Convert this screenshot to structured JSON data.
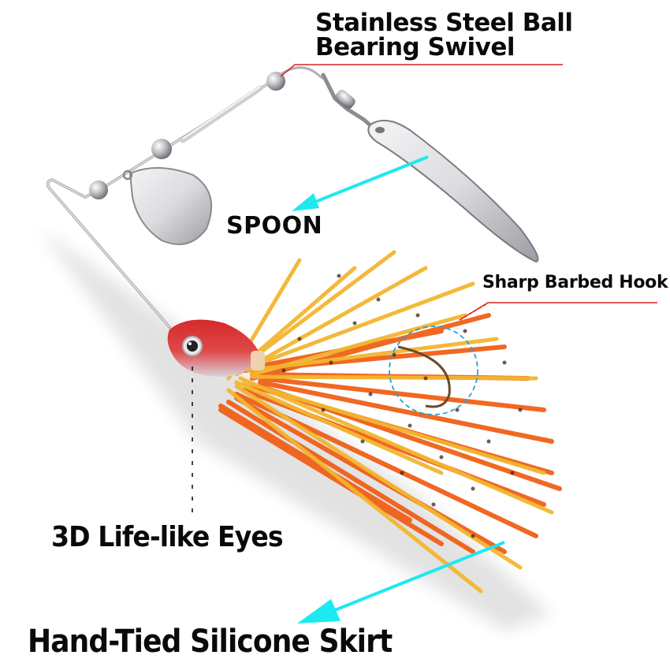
{
  "product": {
    "type": "spinnerbait fishing lure",
    "colors": {
      "background": "#ffffff",
      "label_text": "#0a0a0a",
      "leader_line_red": "#e02020",
      "arrow_cyan": "#1de9f0",
      "hook_circle_blue": "#2aa0d8",
      "skirt_orange": "#f2651e",
      "skirt_yellow": "#f2b52e",
      "head_red": "#d42a2a",
      "metal_silver": "#d9d9dc"
    }
  },
  "callouts": {
    "swivel": {
      "line1": "Stainless Steel Ball",
      "line2": "Bearing Swivel"
    },
    "spoon": {
      "label": "SPOON"
    },
    "hook": {
      "label": "Sharp Barbed Hook"
    },
    "eyes": {
      "label": "3D Life-like Eyes"
    },
    "skirt": {
      "label": "Hand-Tied Silicone Skirt"
    }
  }
}
